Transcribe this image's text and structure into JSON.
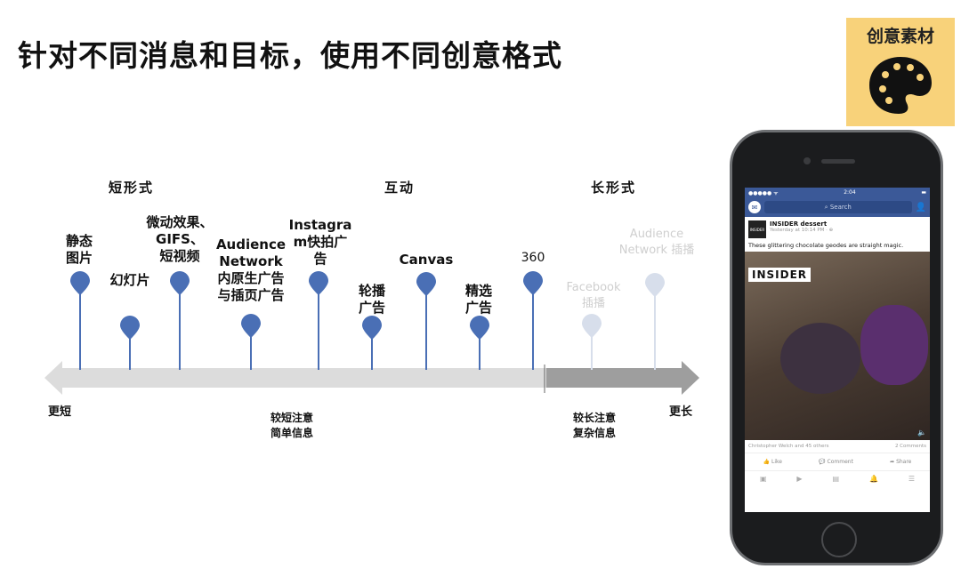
{
  "title": "针对不同消息和目标，使用不同创意格式",
  "badge": {
    "label": "创意素材",
    "icon": "palette-icon",
    "bg": "#f8d27a"
  },
  "groups": {
    "short": "短形式",
    "interactive": "互动",
    "long": "长形式"
  },
  "formats": {
    "static_image": "静态\n图片",
    "slideshow": "幻灯片",
    "micro_video": "微动效果、\nGIFS、\n短视频",
    "audience_network": "Audience\nNetwork\n内原生广告\n与插页广告",
    "instagram": "Instagra\nm快拍广\n告",
    "carousel": "轮播\n广告",
    "canvas": "Canvas",
    "collection": "精选\n广告",
    "v360": "360",
    "facebook_instream": "Facebook\n插播",
    "audience_network_instream": "Audience\nNetwork 插播"
  },
  "axis": {
    "shorter": "更短",
    "longer": "更长",
    "short_note": "较短注意\n简单信息",
    "long_note": "较长注意\n复杂信息"
  },
  "colors": {
    "pin": "#4a6fb5",
    "pin_faded": "#d7deeb",
    "arrow": "#dddddd",
    "arrow_dark": "#9e9e9e"
  },
  "phone": {
    "status_time": "2:04",
    "search_placeholder": "Search",
    "page_name": "INSIDER dessert",
    "post_time": "Yesterday at 10:14 PM · ⊕",
    "avatar_text": "INSIDER",
    "post_text": "These glittering chocolate geodes are straight magic.",
    "video_logo": "INSIDER",
    "reactions_text": "Christopher Welch and 45 others",
    "comments_text": "2 Comments",
    "like": "Like",
    "comment": "Comment",
    "share": "Share"
  }
}
